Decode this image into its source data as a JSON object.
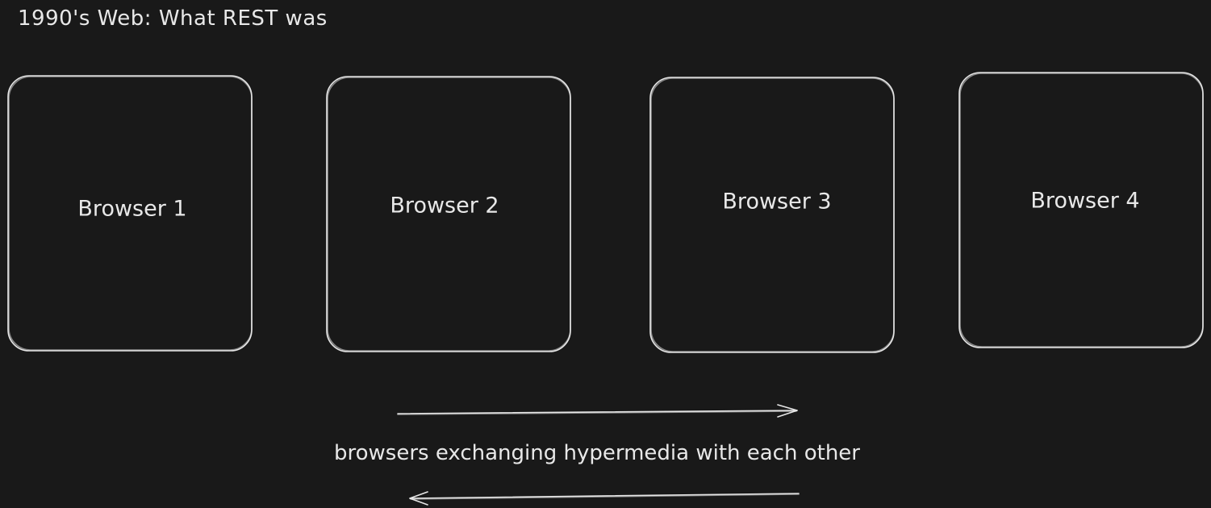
{
  "title": "1990's Web: What REST was",
  "browsers": [
    {
      "label": "Browser 1"
    },
    {
      "label": "Browser 2"
    },
    {
      "label": "Browser 3"
    },
    {
      "label": "Browser 4"
    }
  ],
  "caption": "browsers exchanging hypermedia with each other",
  "colors": {
    "background": "#191919",
    "stroke": "#e6e6e6"
  }
}
